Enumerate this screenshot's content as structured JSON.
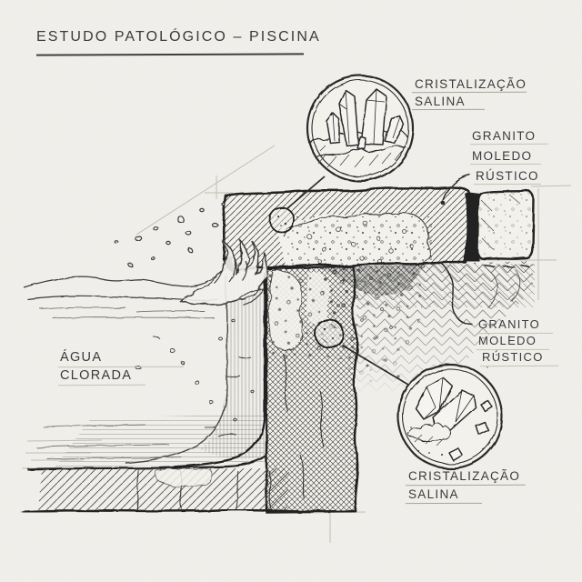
{
  "page": {
    "title": "ESTUDO PATOLÓGICO – PISCINA"
  },
  "annotations": {
    "salt_top": {
      "line1": "CRISTALIZAÇÃO",
      "line2": "SALINA"
    },
    "granite_top": {
      "line1": "GRANITO",
      "line2": "MOLEDO",
      "line3": "RÚSTICO"
    },
    "granite_mid": {
      "line1": "GRANITO",
      "line2": "MOLEDO",
      "line3": "RÚSTICO"
    },
    "water": {
      "line1": "ÁGUA",
      "line2": "CLORADA"
    },
    "salt_bottom": {
      "line1": "CRISTALIZAÇÃO",
      "line2": "SALINA"
    }
  },
  "style": {
    "paper_color": "#f2f1ec",
    "ink_color": "#2b2b2b",
    "pencil_color": "#bdb9ad"
  },
  "icons": {
    "detail_top": "salt-crystals-magnifier-icon",
    "detail_bottom": "salt-crystals-magnifier-icon"
  }
}
